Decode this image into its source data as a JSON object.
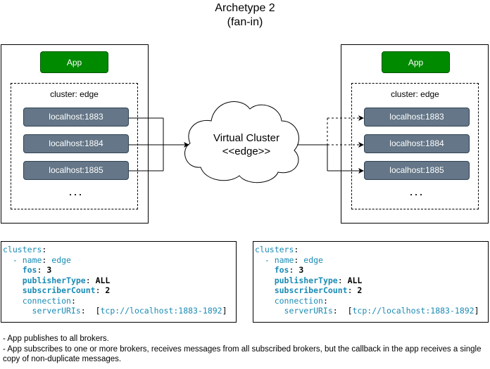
{
  "title": {
    "line1": "Archetype 2",
    "line2": "(fan-in)"
  },
  "left_node": {
    "app_label": "App",
    "cluster_label": "cluster: edge",
    "brokers": [
      "localhost:1883",
      "localhost:1884",
      "localhost:1885"
    ],
    "ellipsis": "..."
  },
  "right_node": {
    "app_label": "App",
    "cluster_label": "cluster: edge",
    "brokers": [
      "localhost:1883",
      "localhost:1884",
      "localhost:1885"
    ],
    "ellipsis": "..."
  },
  "virtual_cluster": {
    "line1": "Virtual Cluster",
    "line2": "<<edge>>"
  },
  "config_left": {
    "l1_key": "clusters",
    "l2_dash": "- ",
    "l2_key": "name",
    "l2_val": "edge",
    "l3_key": "fos",
    "l3_val": "3",
    "l4_key": "publisherType",
    "l4_val": "ALL",
    "l5_key": "subscriberCount",
    "l5_val": "2",
    "l6_key": "connection",
    "l7_key": "serverURIs",
    "l7_val": "tcp://localhost:1883-1892"
  },
  "config_right": {
    "l1_key": "clusters",
    "l2_dash": "- ",
    "l2_key": "name",
    "l2_val": "edge",
    "l3_key": "fos",
    "l3_val": "3",
    "l4_key": "publisherType",
    "l4_val": "ALL",
    "l5_key": "subscriberCount",
    "l5_val": "2",
    "l6_key": "connection",
    "l7_key": "serverURIs",
    "l7_val": "tcp://localhost:1883-1892"
  },
  "notes": [
    "- App publishes to all brokers.",
    "- App subscribes to one or more brokers, receives messages from all subscribed brokers, but the callback in the app receives a single copy of non-duplicate messages."
  ],
  "colors": {
    "app": "#008a00",
    "broker": "#647687",
    "yaml_key": "#1a8bb5"
  }
}
